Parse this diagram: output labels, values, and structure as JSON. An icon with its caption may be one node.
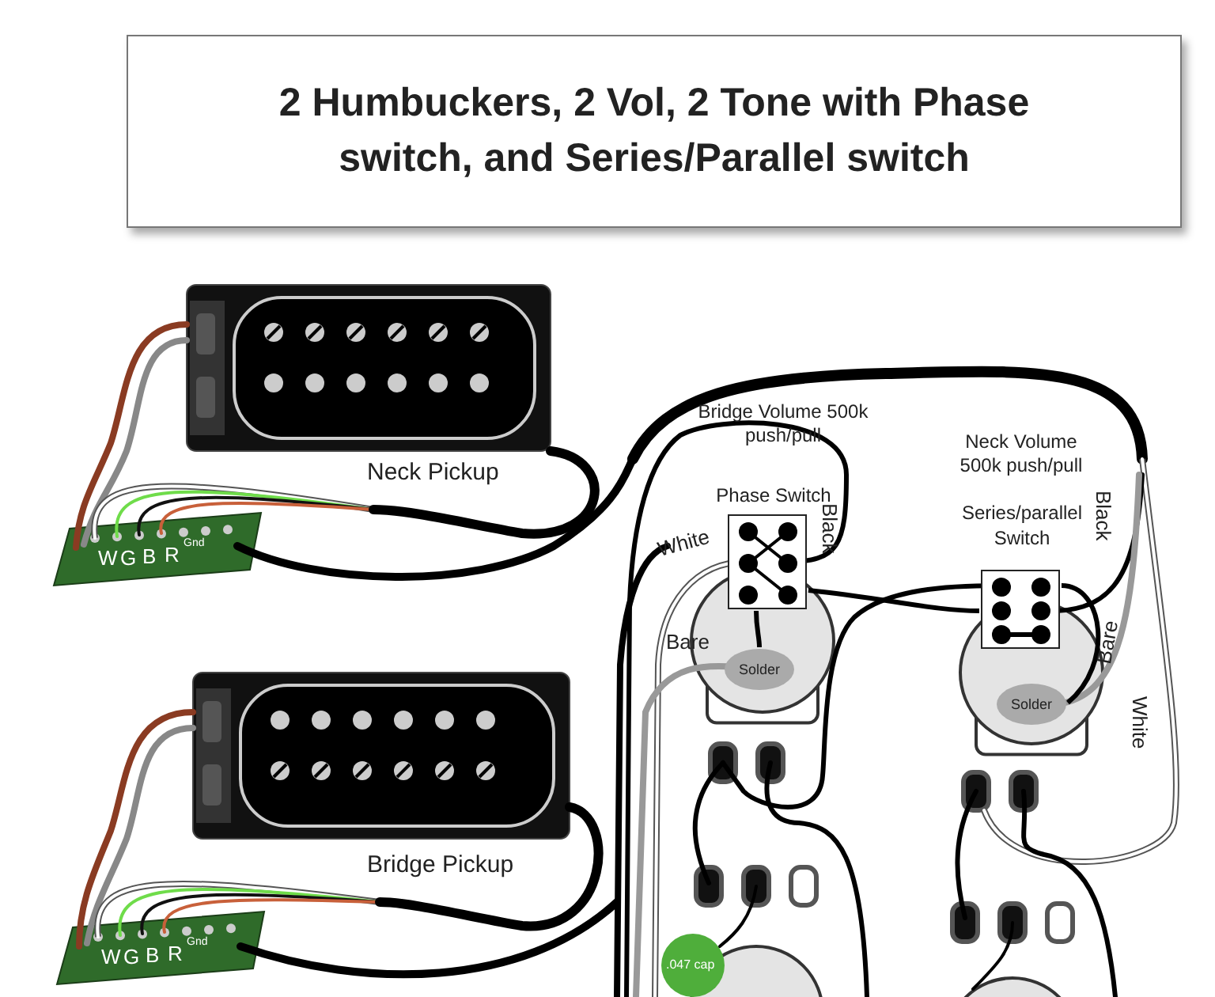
{
  "diagram": {
    "title": "2 Humbuckers, 2 Vol, 2 Tone with Phase switch, and Series/Parallel switch",
    "nodes": [
      {
        "text": [
          "Phase Switch"
        ]
      },
      {
        "text": [
          "Series/parallel Switch"
        ]
      },
      {
        "text": [
          "Solder"
        ]
      },
      {
        "text": [
          "Solder"
        ]
      }
    ],
    "edges": [
      {
        "from": 0,
        "to": 2,
        "arrow": "none"
      },
      {
        "from": 0,
        "to": 1,
        "arrow": "none"
      },
      {
        "from": 1,
        "to": 3,
        "arrow": "none"
      }
    ],
    "labels": [
      "Neck Pickup",
      "W",
      "G",
      "B",
      "R",
      "Gnd",
      "Bridge Volume 500k push/pull",
      "Neck Volume 500k push/pull",
      "White",
      "Black",
      "Black",
      "Bare",
      "Bare",
      "White",
      "Bridge Pickup",
      "W",
      "G",
      "B",
      "R",
      "Gnd",
      ".047 cap"
    ]
  }
}
